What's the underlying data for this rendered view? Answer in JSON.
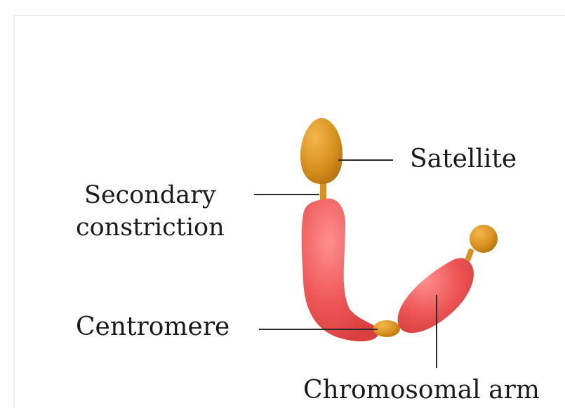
{
  "diagram": {
    "labels": {
      "satellite": "Satellite",
      "secondary_constriction_line1": "Secondary",
      "secondary_constriction_line2": "constriction",
      "centromere": "Centromere",
      "chromosomal_arm": "Chromosomal arm"
    },
    "colors": {
      "arm": "#ee5555",
      "arm_highlight": "#ff8a8a",
      "satellite": "#d8901e",
      "satellite_highlight": "#f0b448",
      "leader_line": "#2a2a2a",
      "frame": "#eeeeee"
    }
  }
}
